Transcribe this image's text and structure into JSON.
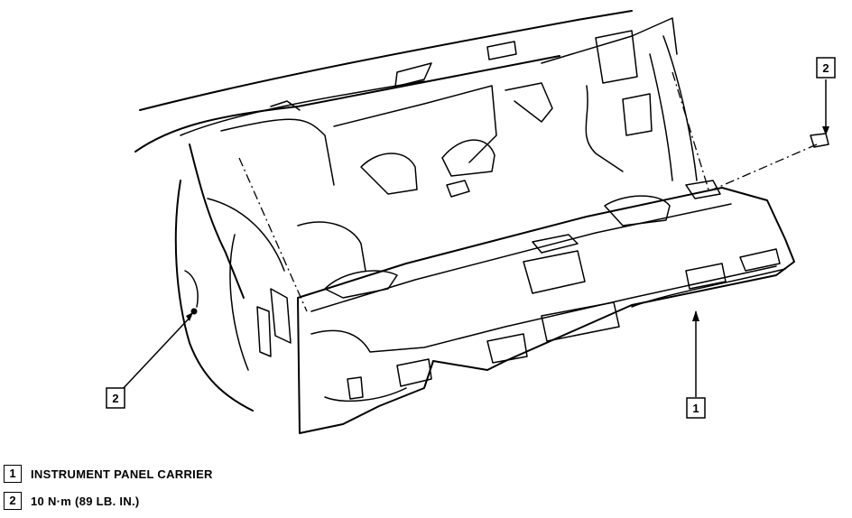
{
  "diagram": {
    "callouts": [
      {
        "number": "1"
      },
      {
        "number": "2"
      },
      {
        "number": "2"
      }
    ]
  },
  "legend": {
    "items": [
      {
        "number": "1",
        "text": "INSTRUMENT PANEL CARRIER"
      },
      {
        "number": "2",
        "text": "10 N·m (89 LB. IN.)"
      }
    ]
  }
}
